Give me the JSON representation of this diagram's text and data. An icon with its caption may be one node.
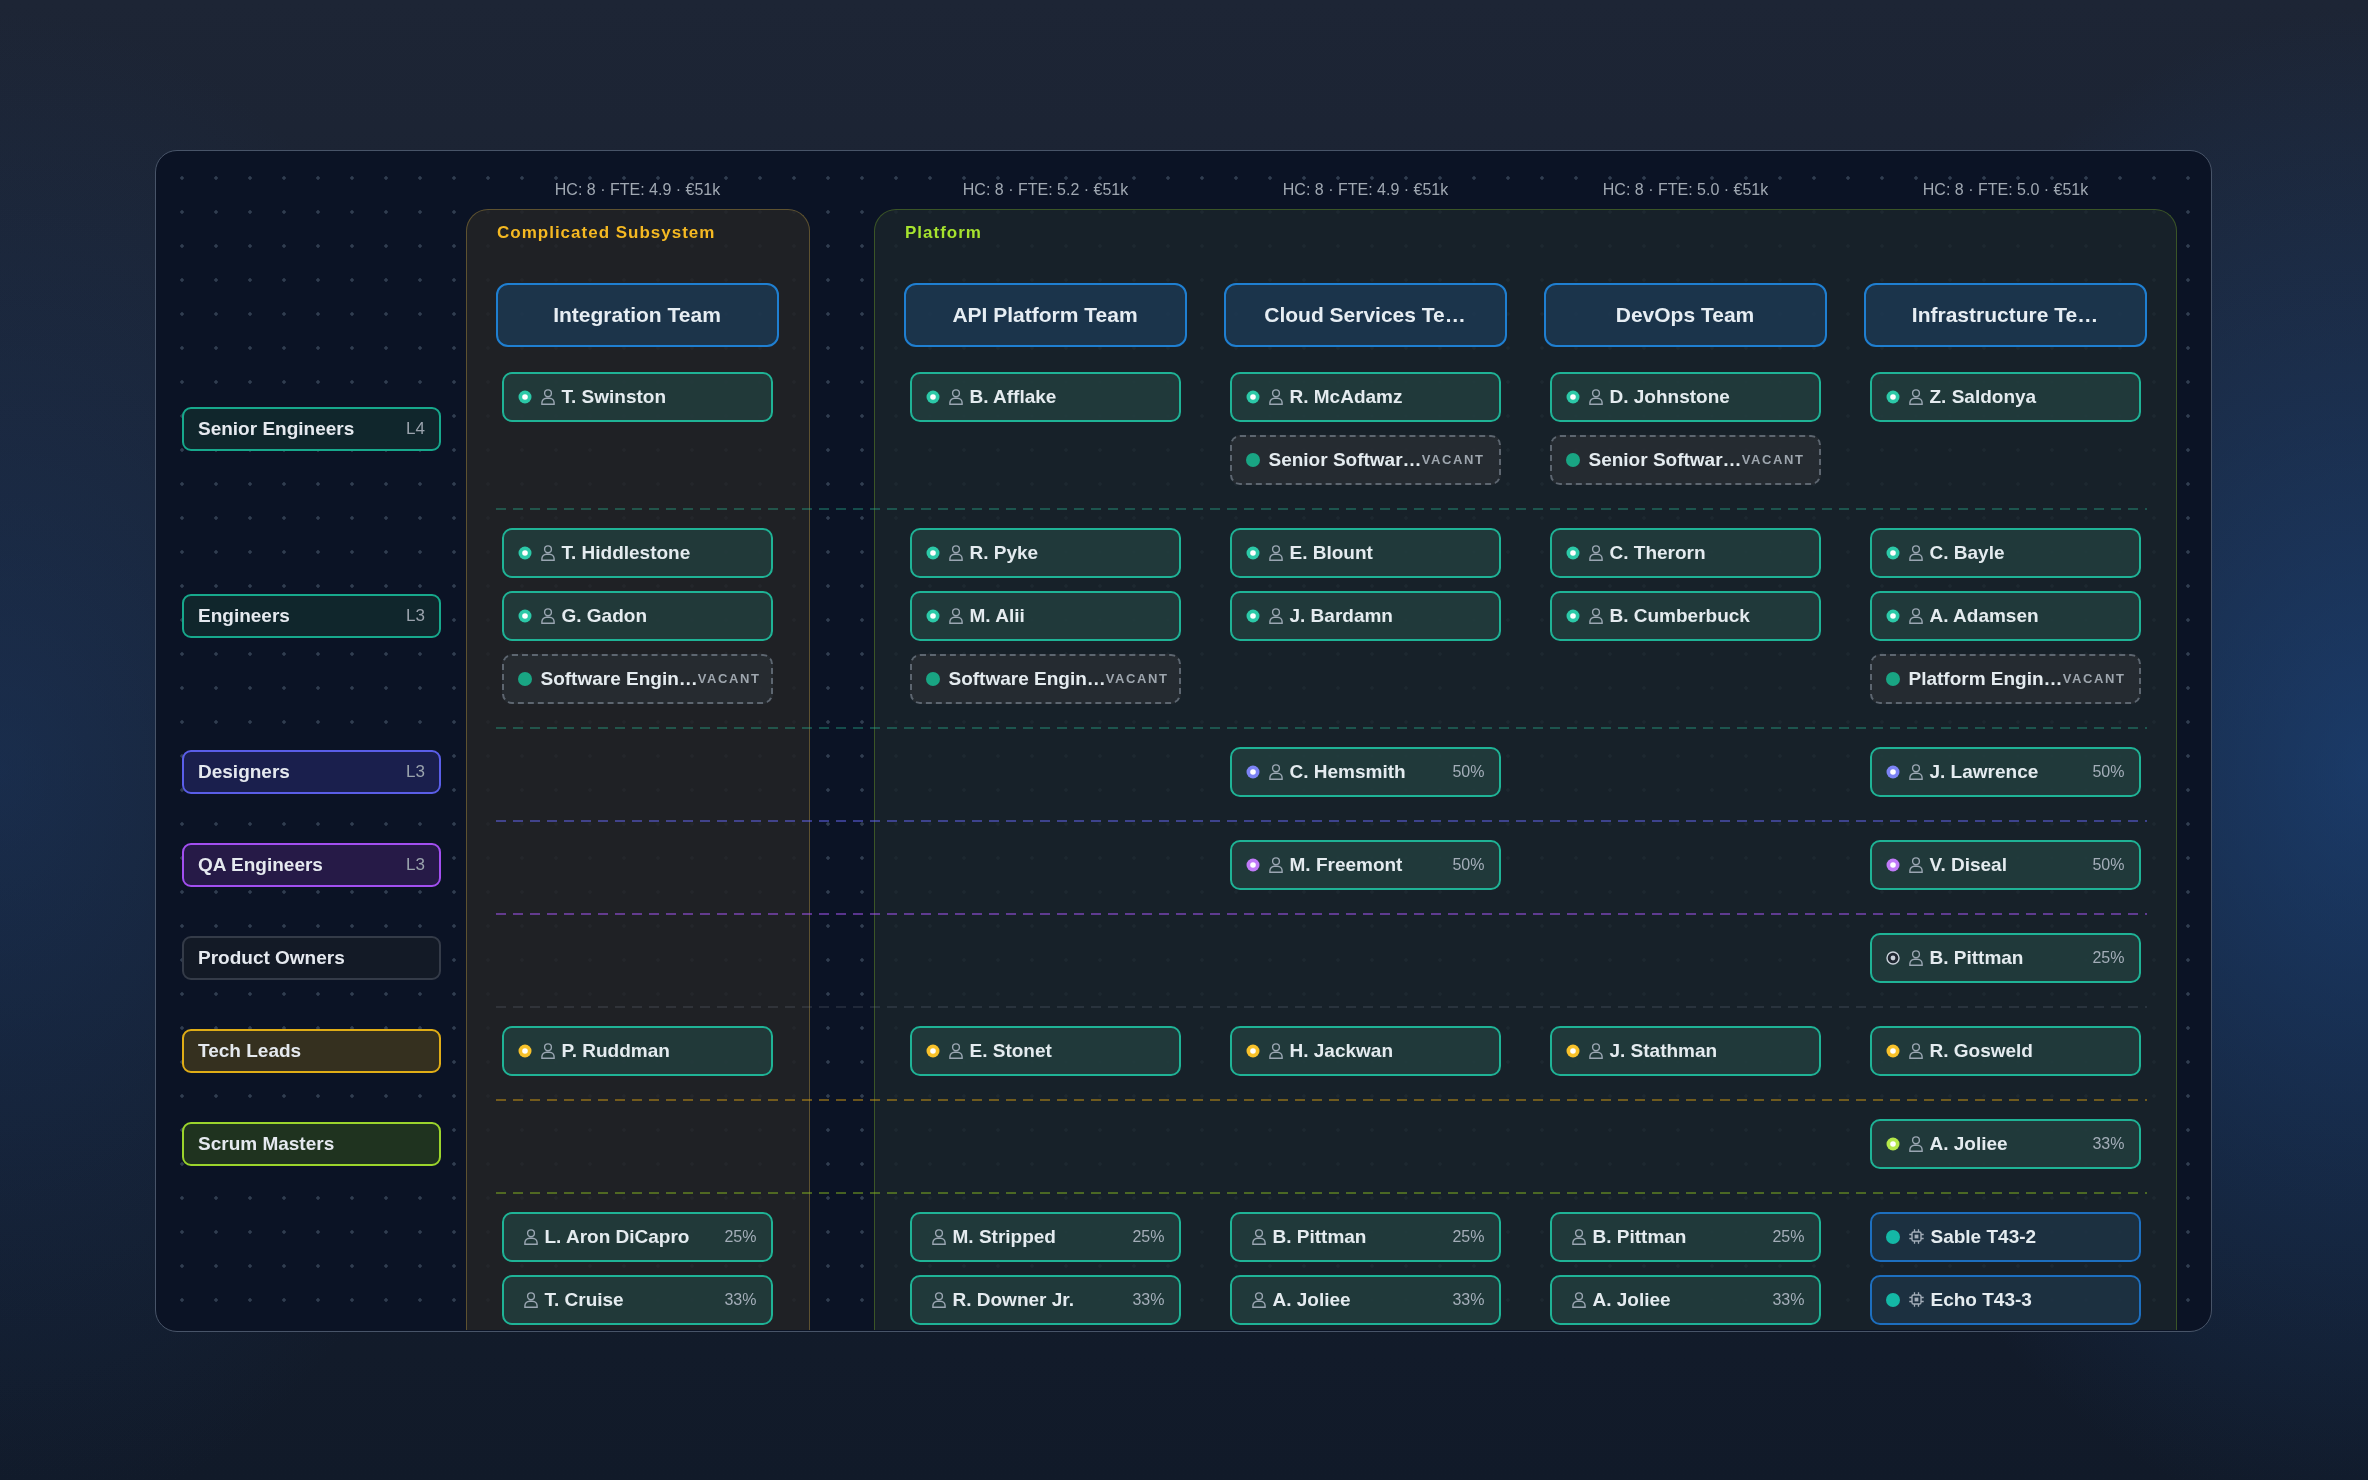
{
  "diagram": {
    "nodes": [
      {
        "text": [
          "Senior Engineers",
          "L4"
        ]
      },
      {
        "text": [
          "Engineers",
          "L3"
        ]
      },
      {
        "text": [
          "Designers",
          "L3"
        ]
      },
      {
        "text": [
          "QA Engineers",
          "L3"
        ]
      },
      {
        "text": [
          "Product Owners"
        ]
      },
      {
        "text": [
          "Tech Leads"
        ]
      },
      {
        "text": [
          "Scrum Masters"
        ]
      },
      {
        "text": [
          "Complicated Subsystem"
        ]
      },
      {
        "text": [
          "Integration Team"
        ],
        "in": 7
      },
      {
        "text": [
          "T. Swinston"
        ],
        "in": 7
      },
      {
        "text": [
          "T. Hiddlestone"
        ],
        "in": 7
      },
      {
        "text": [
          "G. Gadon"
        ],
        "in": 7
      },
      {
        "text": [
          "Software Engin…",
          "VACANT"
        ],
        "in": 7
      },
      {
        "text": [
          "P. Ruddman"
        ],
        "in": 7
      },
      {
        "text": [
          "L. Aron DiCapro",
          "25%"
        ],
        "in": 7
      },
      {
        "text": [
          "T. Cruise",
          "33%"
        ],
        "in": 7
      },
      {
        "text": [
          "Platform"
        ]
      },
      {
        "text": [
          "API Platform Team"
        ],
        "in": 16
      },
      {
        "text": [
          "B. Afflake"
        ],
        "in": 16
      },
      {
        "text": [
          "R. Pyke"
        ],
        "in": 16
      },
      {
        "text": [
          "M. Alii"
        ],
        "in": 16
      },
      {
        "text": [
          "Software Engin…",
          "VACANT"
        ],
        "in": 16
      },
      {
        "text": [
          "E. Stonet"
        ],
        "in": 16
      },
      {
        "text": [
          "M. Stripped",
          "25%"
        ],
        "in": 16
      },
      {
        "text": [
          "R. Downer Jr.",
          "33%"
        ],
        "in": 16
      },
      {
        "text": [
          "Cloud Services Te…"
        ],
        "in": 16
      },
      {
        "text": [
          "R. McAdamz"
        ],
        "in": 16
      },
      {
        "text": [
          "Senior Softwar…",
          "VACANT"
        ],
        "in": 16
      },
      {
        "text": [
          "E. Blount"
        ],
        "in": 16
      },
      {
        "text": [
          "J. Bardamn"
        ],
        "in": 16
      },
      {
        "text": [
          "C. Hemsmith",
          "50%"
        ],
        "in": 16
      },
      {
        "text": [
          "M. Freemont",
          "50%"
        ],
        "in": 16
      },
      {
        "text": [
          "H. Jackwan"
        ],
        "in": 16
      },
      {
        "text": [
          "B. Pittman",
          "25%"
        ],
        "in": 16
      },
      {
        "text": [
          "A. Joliee",
          "33%"
        ],
        "in": 16
      },
      {
        "text": [
          "DevOps Team"
        ],
        "in": 16
      },
      {
        "text": [
          "D. Johnstone"
        ],
        "in": 16
      },
      {
        "text": [
          "Senior Softwar…",
          "VACANT"
        ],
        "in": 16
      },
      {
        "text": [
          "C. Therorn"
        ],
        "in": 16
      },
      {
        "text": [
          "B. Cumberbuck"
        ],
        "in": 16
      },
      {
        "text": [
          "J. Stathman"
        ],
        "in": 16
      },
      {
        "text": [
          "B. Pittman",
          "25%"
        ],
        "in": 16
      },
      {
        "text": [
          "A. Joliee",
          "33%"
        ],
        "in": 16
      },
      {
        "text": [
          "Infrastructure Te…"
        ],
        "in": 16
      },
      {
        "text": [
          "Z. Saldonya"
        ],
        "in": 16
      },
      {
        "text": [
          "C. Bayle"
        ],
        "in": 16
      },
      {
        "text": [
          "A. Adamsen"
        ],
        "in": 16
      },
      {
        "text": [
          "Platform Engin…",
          "VACANT"
        ],
        "in": 16
      },
      {
        "text": [
          "J. Lawrence",
          "50%"
        ],
        "in": 16
      },
      {
        "text": [
          "V. Diseal",
          "50%"
        ],
        "in": 16
      },
      {
        "text": [
          "B. Pittman",
          "25%"
        ],
        "in": 16
      },
      {
        "text": [
          "R. Gosweld"
        ],
        "in": 16
      },
      {
        "text": [
          "A. Joliee",
          "33%"
        ],
        "in": 16
      },
      {
        "text": [
          "Sable T43-2"
        ],
        "in": 16
      },
      {
        "text": [
          "Echo T43-3"
        ],
        "in": 16
      }
    ],
    "labels": [
      "HC: 8 · FTE: 4.9 · €51k",
      "HC: 8 · FTE: 5.2 · €51k",
      "HC: 8 · FTE: 4.9 · €51k",
      "HC: 8 · FTE: 5.0 · €51k",
      "HC: 8 · FTE: 5.0 · €51k"
    ]
  }
}
